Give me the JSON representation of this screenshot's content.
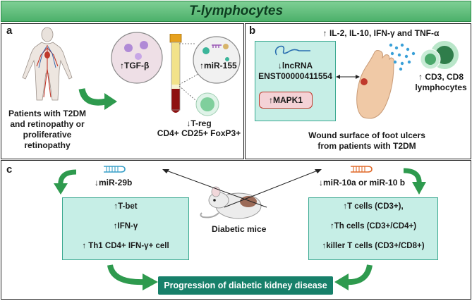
{
  "title": "T-lymphocytes",
  "panel_a": {
    "label": "a",
    "patients_text": "Patients with T2DM and retinopathy or proliferative retinopathy",
    "tgf": "↑TGF-β",
    "mir155": "↑miR-155",
    "treg_line1": "↓T-reg",
    "treg_line2": "CD4+ CD25+ FoxP3+"
  },
  "panel_b": {
    "label": "b",
    "cytokines": "↑ IL-2, IL-10, IFN-γ and TNF-α",
    "lncrna_line1": "↓lncRNA",
    "lncrna_line2": "ENST00000411554",
    "mapk1": "↑MAPK1",
    "cd_line1": "↑ CD3, CD8",
    "cd_line2": "lymphocytes",
    "wound_line1": "Wound surface of foot ulcers",
    "wound_line2": "from patients with T2DM"
  },
  "panel_c": {
    "label": "c",
    "mir29b": "↓miR-29b",
    "mir10": "↓miR-10a or miR-10 b",
    "left_box": [
      "↑T-bet",
      "↑IFN-γ",
      "↑ Th1 CD4+ IFN-γ+ cell"
    ],
    "right_box": [
      "↑T cells (CD3+),",
      "↑Th cells (CD3+/CD4+)",
      "↑killer T cells (CD3+/CD8+)"
    ],
    "mice": "Diabetic mice",
    "progression": "Progression of diabetic kidney disease"
  },
  "colors": {
    "title_green": "#4cb06a",
    "box_teal": "#c6eee6",
    "progression_teal": "#17806a",
    "arrow_green": "#2e9a4e"
  }
}
